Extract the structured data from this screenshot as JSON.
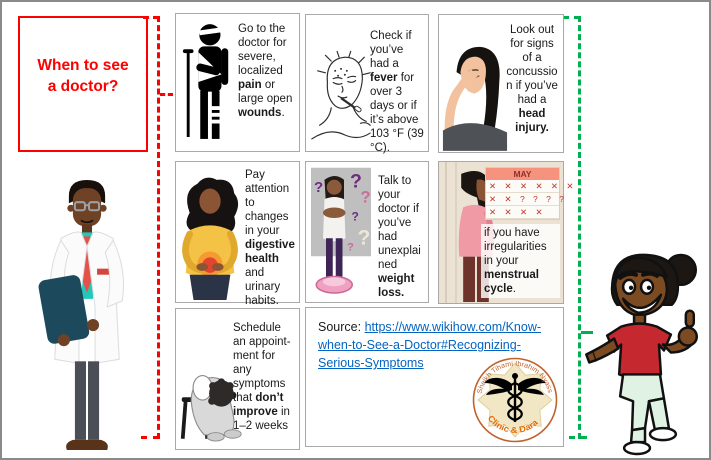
{
  "title": {
    "text": "When to see\na doctor?"
  },
  "panels": {
    "pain": {
      "segments": [
        {
          "t": "Go to the doctor for severe, localized "
        },
        {
          "t": "pain",
          "b": true
        },
        {
          "t": " or large open "
        },
        {
          "t": "wounds",
          "b": true
        },
        {
          "t": "."
        }
      ]
    },
    "fever": {
      "segments": [
        {
          "t": "Check if you’ve had a "
        },
        {
          "t": "fever",
          "b": true
        },
        {
          "t": " for over 3 days or if it’s above 103 °F (39 °C)."
        }
      ]
    },
    "head_injury": {
      "segments": [
        {
          "t": "Look out for signs of a concussion if you’ve had a "
        },
        {
          "t": "head injury.",
          "b": true
        }
      ]
    },
    "digestive": {
      "segments": [
        {
          "t": "Pay attention to changes in your "
        },
        {
          "t": "digestive health",
          "b": true
        },
        {
          "t": " and urinary habits."
        }
      ]
    },
    "weight_loss": {
      "segments": [
        {
          "t": "Talk to your doctor if you’ve had unexplained "
        },
        {
          "t": "weight loss.",
          "b": true
        }
      ]
    },
    "menstrual": {
      "segments": [
        {
          "t": "if you have irregularities in your "
        },
        {
          "t": "menstrual cycle",
          "b": true
        },
        {
          "t": "."
        }
      ]
    },
    "improve": {
      "segments": [
        {
          "t": "Schedule an appoint-ment for any symptoms that "
        },
        {
          "t": "don’t improve",
          "b": true
        },
        {
          "t": " in 1–2 weeks"
        }
      ]
    }
  },
  "calendar": {
    "month": "MAY",
    "rows": [
      "✕ ✕ ✕ ✕ ✕ ✕",
      "✕ ✕ ? ? ? ?",
      "✕ ✕ ✕ ✕"
    ]
  },
  "illustration_glyphs": {
    "qmark": "?"
  },
  "source": {
    "label": "Source: ",
    "link_text": "https://www.wikihow.com/Know-when-to-See-a-Doctor#Recognizing-Serious-Symptoms",
    "link_href": "https://www.wikihow.com/Know-when-to-See-a-Doctor#Recognizing-Serious-Symptoms"
  },
  "logo": {
    "arc_text": "Sheikh Tihami Ibrahim Nyass",
    "bottom_text": "Clinic & Dara"
  },
  "colors": {
    "accent_red": "#ff0000",
    "accent_green": "#00b050",
    "link_blue": "#0563c1",
    "logo_orange": "#c0622b",
    "box_border": "#a9a9a9"
  }
}
